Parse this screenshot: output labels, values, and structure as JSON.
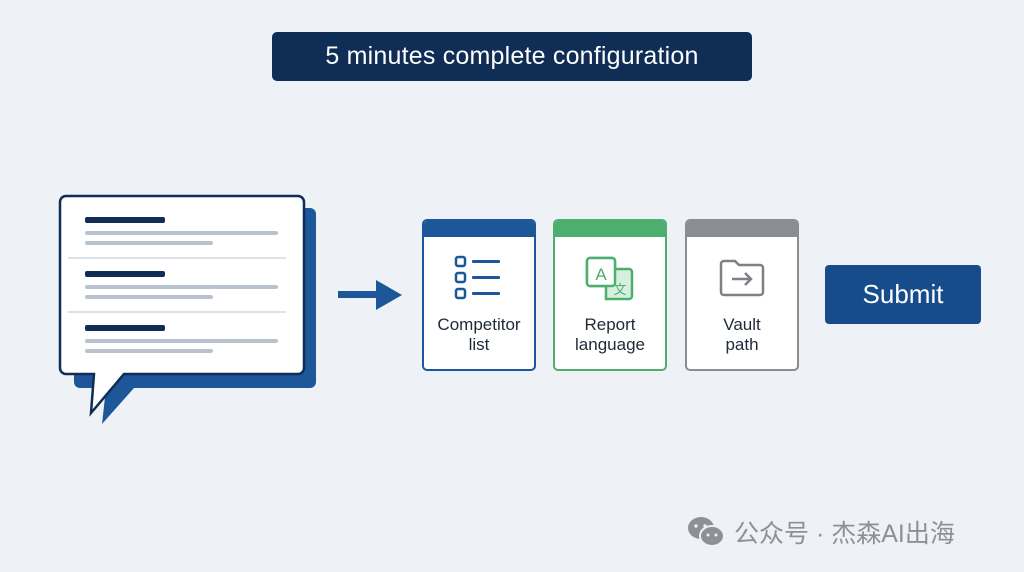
{
  "title": "5 minutes complete configuration",
  "cards": [
    {
      "label_line1": "Competitor",
      "label_line2": "list",
      "icon": "checklist-icon",
      "color": "#1e5799"
    },
    {
      "label_line1": "Report",
      "label_line2": "language",
      "icon": "translate-icon",
      "color": "#4caf6e"
    },
    {
      "label_line1": "Vault",
      "label_line2": "path",
      "icon": "folder-arrow-icon",
      "color": "#8a8d91"
    }
  ],
  "submit_label": "Submit",
  "watermark": {
    "text": "公众号 · 杰森AI出海",
    "icon": "wechat-icon"
  },
  "colors": {
    "navy": "#0f2d55",
    "blue": "#1e5799",
    "green": "#4caf6e",
    "gray": "#8a8d91",
    "background": "#eef2f7"
  }
}
